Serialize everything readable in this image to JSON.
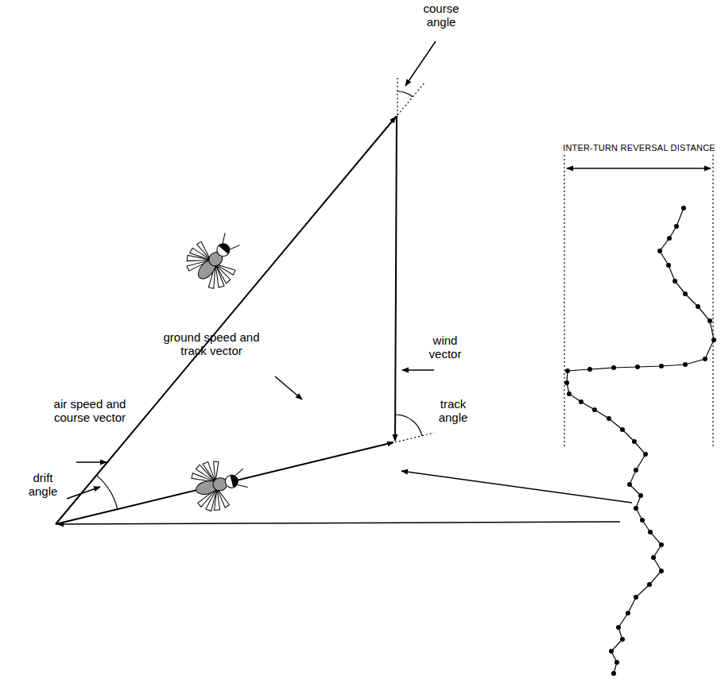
{
  "diagram": {
    "labels": [
      "course angle",
      "INTER-TURN REVERSAL DISTANCE",
      "wind vector",
      "air speed and course vector",
      "ground speed and track vector",
      "track angle",
      "drift angle"
    ]
  }
}
